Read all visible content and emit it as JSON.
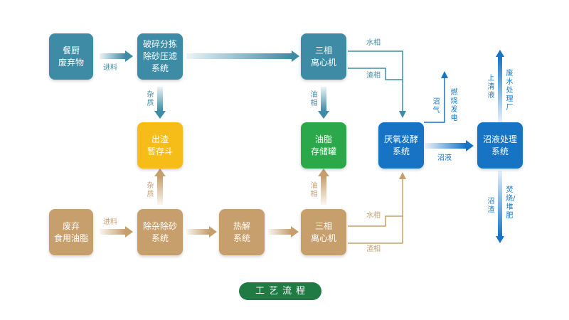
{
  "title": "工艺流程",
  "boxes": {
    "kitchen_waste": "餐厨\n废弃物",
    "crush_system": "破碎分拣\n除砂压滤\n系统",
    "centrifuge_top": "三相\n离心机",
    "slag_hopper": "出渣\n暂存斗",
    "oil_tank": "油脂\n存储罐",
    "anaerobic": "厌氧发酵\n系统",
    "biogas_liquid": "沼液处理\n系统",
    "waste_oil": "废弃\n食用油脂",
    "impurity_removal": "除杂除砂\n系统",
    "pyrolysis": "热解\n系统",
    "centrifuge_bottom": "三相\n离心机"
  },
  "labels": {
    "feed_top": "进料",
    "impurity_top": "杂质",
    "water_phase_top": "水相",
    "slag_phase_top": "渣相",
    "oil_phase_top": "油相",
    "biogas": "沼气",
    "power_gen": "燃烧发电",
    "biogas_liquid_flow": "沼液",
    "clear_liquid": "上清液",
    "wastewater_plant": "废水处理厂",
    "biogas_residue": "沼渣",
    "burn_compost": "焚烧/堆肥",
    "impurity_bottom": "杂质",
    "oil_phase_bottom": "油相",
    "feed_bottom": "进料",
    "water_phase_bottom": "水相",
    "slag_phase_bottom": "渣相"
  },
  "colors": {
    "teal": "#3e8ba6",
    "tan": "#c79f6c",
    "yellow": "#f6bd19",
    "green": "#2aa84a",
    "blue": "#1774c4",
    "title_bg": "#1f7a44"
  }
}
